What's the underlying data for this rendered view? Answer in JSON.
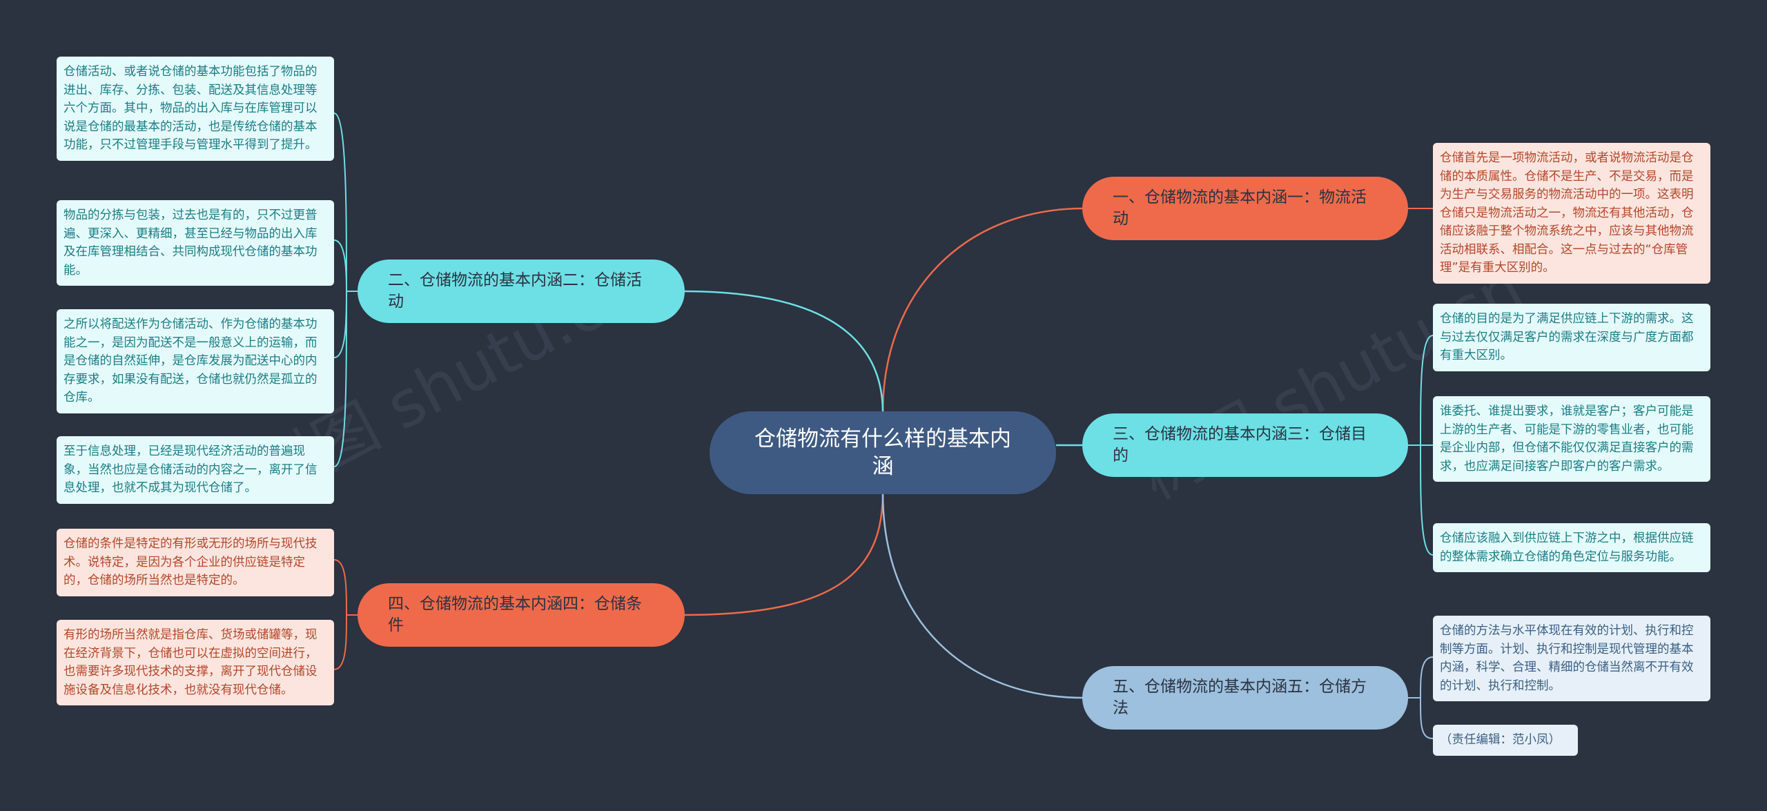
{
  "central": "仓储物流有什么样的基本内涵",
  "branches": [
    {
      "label": "一、仓储物流的基本内涵一：物流活动"
    },
    {
      "label": "二、仓储物流的基本内涵二：仓储活动"
    },
    {
      "label": "三、仓储物流的基本内涵三：仓储目的"
    },
    {
      "label": "四、仓储物流的基本内涵四：仓储条件"
    },
    {
      "label": "五、仓储物流的基本内涵五：仓储方法"
    }
  ],
  "leaves": {
    "b1": [
      "仓储首先是一项物流活动，或者说物流活动是仓储的本质属性。仓储不是生产、不是交易，而是为生产与交易服务的物流活动中的一项。这表明仓储只是物流活动之一，物流还有其他活动，仓储应该融于整个物流系统之中，应该与其他物流活动相联系、相配合。这一点与过去的“仓库管理”是有重大区别的。"
    ],
    "b2": [
      "仓储活动、或者说仓储的基本功能包括了物品的进出、库存、分拣、包装、配送及其信息处理等六个方面。其中，物品的出入库与在库管理可以说是仓储的最基本的活动，也是传统仓储的基本功能，只不过管理手段与管理水平得到了提升。",
      "物品的分拣与包装，过去也是有的，只不过更普遍、更深入、更精细，甚至已经与物品的出入库及在库管理相结合、共同构成现代仓储的基本功能。",
      "之所以将配送作为仓储活动、作为仓储的基本功能之一，是因为配送不是一般意义上的运输，而是仓储的自然延伸，是仓库发展为配送中心的内存要求，如果没有配送，仓储也就仍然是孤立的仓库。",
      "至于信息处理，已经是现代经济活动的普遍现象，当然也应是仓储活动的内容之一，离开了信息处理，也就不成其为现代仓储了。"
    ],
    "b3": [
      "仓储的目的是为了满足供应链上下游的需求。这与过去仅仅满足客户的需求在深度与广度方面都有重大区别。",
      "谁委托、谁提出要求，谁就是客户；客户可能是上游的生产者、可能是下游的零售业者，也可能是企业内部，但仓储不能仅仅满足直接客户的需求，也应满足间接客户即客户的客户需求。",
      "仓储应该融入到供应链上下游之中，根据供应链的整体需求确立仓储的角色定位与服务功能。"
    ],
    "b4": [
      "仓储的条件是特定的有形或无形的场所与现代技术。说特定，是因为各个企业的供应链是特定的，仓储的场所当然也是特定的。",
      "有形的场所当然就是指仓库、货场或储罐等，现在经济背景下，仓储也可以在虚拟的空间进行，也需要许多现代技术的支撑，离开了现代仓储设施设备及信息化技术，也就没有现代仓储。"
    ],
    "b5": [
      "仓储的方法与水平体现在有效的计划、执行和控制等方面。计划、执行和控制是现代管理的基本内涵，科学、合理、精细的仓储当然离不开有效的计划、执行和控制。",
      "（责任编辑：范小凤）"
    ]
  },
  "watermark": "树图 shutu.cn",
  "colors": {
    "background": "#2b3240",
    "central": "#3e5a82",
    "orange": "#ee6a4b",
    "cyan": "#6de0e6",
    "blue": "#9cc0dd"
  }
}
